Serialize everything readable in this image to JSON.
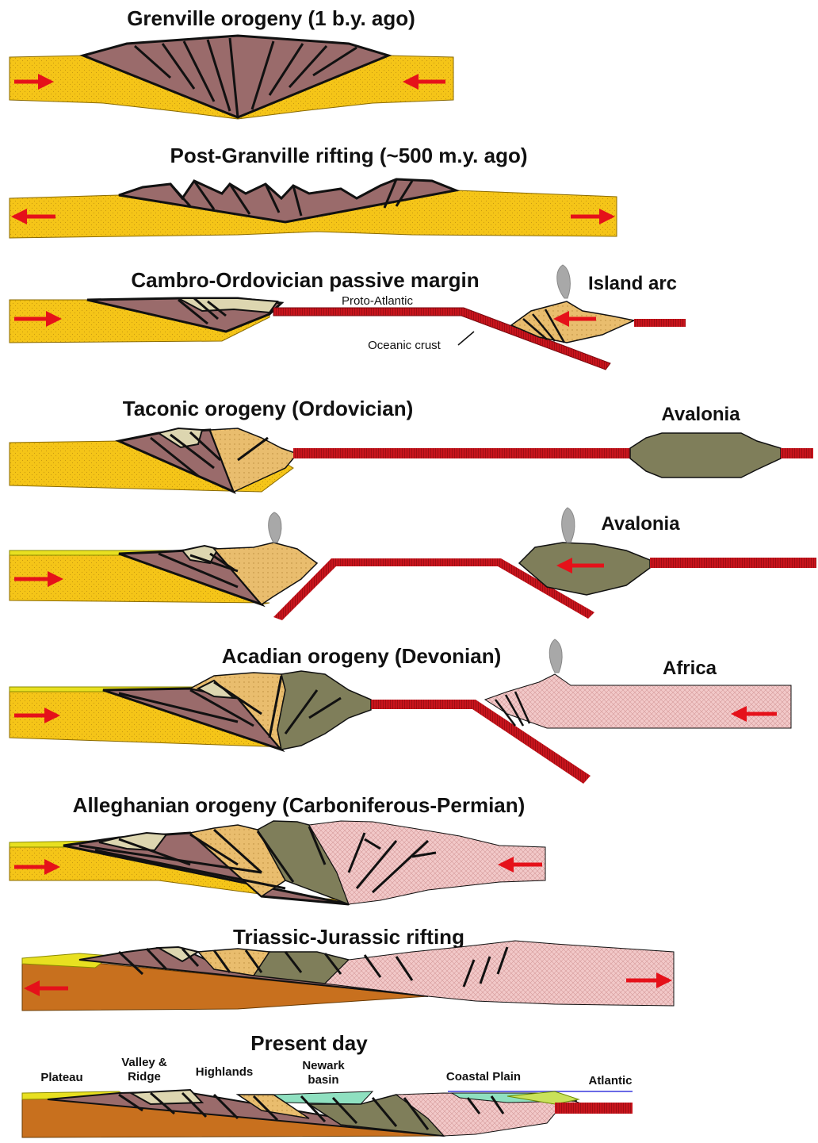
{
  "panels": [
    {
      "title": "Grenville orogeny (1 b.y. ago)"
    },
    {
      "title": "Post-Granville rifting (~500 m.y. ago)"
    },
    {
      "title": "Cambro-Ordovician passive margin",
      "labels": {
        "island_arc": "Island arc",
        "proto_atlantic": "Proto-Atlantic",
        "oceanic_crust": "Oceanic crust"
      }
    },
    {
      "title": "Taconic orogeny (Ordovician)",
      "labels": {
        "avalonia": "Avalonia"
      }
    },
    {
      "title": "",
      "labels": {
        "avalonia": "Avalonia"
      }
    },
    {
      "title": "Acadian orogeny (Devonian)",
      "labels": {
        "africa": "Africa"
      }
    },
    {
      "title": "Alleghanian orogeny (Carboniferous-Permian)"
    },
    {
      "title": "Triassic-Jurassic rifting"
    },
    {
      "title": "Present day",
      "labels": {
        "plateau": "Plateau",
        "valley_ridge_1": "Valley &",
        "valley_ridge_2": "Ridge",
        "highlands": "Highlands",
        "newark_1": "Newark",
        "newark_2": "basin",
        "coastal_plain": "Coastal Plain",
        "atlantic": "Atlantic"
      }
    }
  ],
  "colors": {
    "continent_yellow": "#f5c518",
    "orogen_brown": "#9a6b6b",
    "sediment_cream": "#ddd6b0",
    "arc_tan": "#e9bd6e",
    "avalonia_olive": "#7f7e5a",
    "africa_pink": "#f2c9c9",
    "oceanic_red": "#c8141c",
    "arrow_red": "#e5111a",
    "basement_orange": "#c8701e",
    "newark_teal": "#8fe0c0",
    "coastal_green": "#c9e25a",
    "sea_blue": "#6a6ae6",
    "volcano_gray": "#a8a8a8"
  }
}
